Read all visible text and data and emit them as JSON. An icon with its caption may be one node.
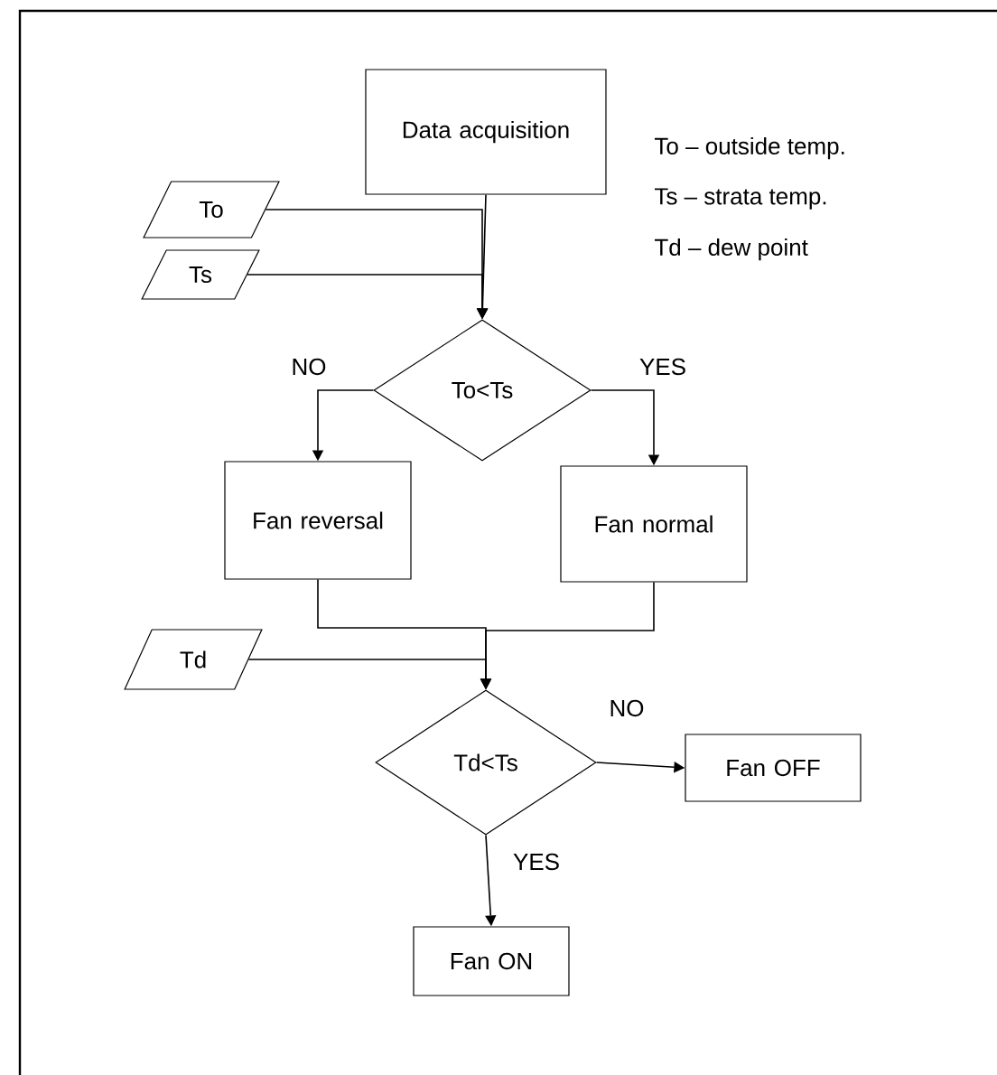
{
  "diagram": {
    "nodes": [
      {
        "text": [
          "Data acquisition"
        ]
      },
      {
        "text": [
          "To"
        ]
      },
      {
        "text": [
          "Ts"
        ]
      },
      {
        "text": [
          "To<Ts"
        ]
      },
      {
        "text": [
          "Fan reversal"
        ]
      },
      {
        "text": [
          "Fan normal"
        ]
      },
      {
        "text": [
          "Td"
        ]
      },
      {
        "text": [
          "Td<Ts"
        ]
      },
      {
        "text": [
          "Fan OFF"
        ]
      },
      {
        "text": [
          "Fan ON"
        ]
      }
    ],
    "edges": [
      {
        "from": 0,
        "to": 3,
        "arrow": "to"
      },
      {
        "from": 1,
        "to": 3,
        "arrow": "to"
      },
      {
        "from": 2,
        "to": 3,
        "arrow": "to"
      },
      {
        "from": 3,
        "to": 4,
        "arrow": "to",
        "label": "NO"
      },
      {
        "from": 3,
        "to": 5,
        "arrow": "to",
        "label": "YES"
      },
      {
        "from": 4,
        "to": 7,
        "arrow": "to"
      },
      {
        "from": 5,
        "to": 7,
        "arrow": "to"
      },
      {
        "from": 6,
        "to": 7,
        "arrow": "to"
      },
      {
        "from": 7,
        "to": 8,
        "arrow": "to",
        "label": "NO"
      },
      {
        "from": 7,
        "to": 9,
        "arrow": "to",
        "label": "YES"
      }
    ],
    "labels": [
      "To – outside temp.",
      "Ts – strata temp.",
      "Td – dew point"
    ]
  }
}
